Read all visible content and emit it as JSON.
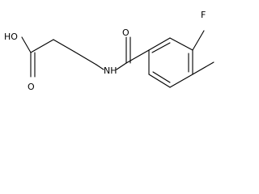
{
  "molecule": {
    "atoms": {
      "hydroxyl": "HO",
      "carbonyl_oxygen_acid": "O",
      "amide_nh": "NH",
      "carbonyl_oxygen_amide": "O",
      "fluorine": "F"
    }
  },
  "colors": {
    "line": "#000000",
    "background": "#ffffff"
  }
}
